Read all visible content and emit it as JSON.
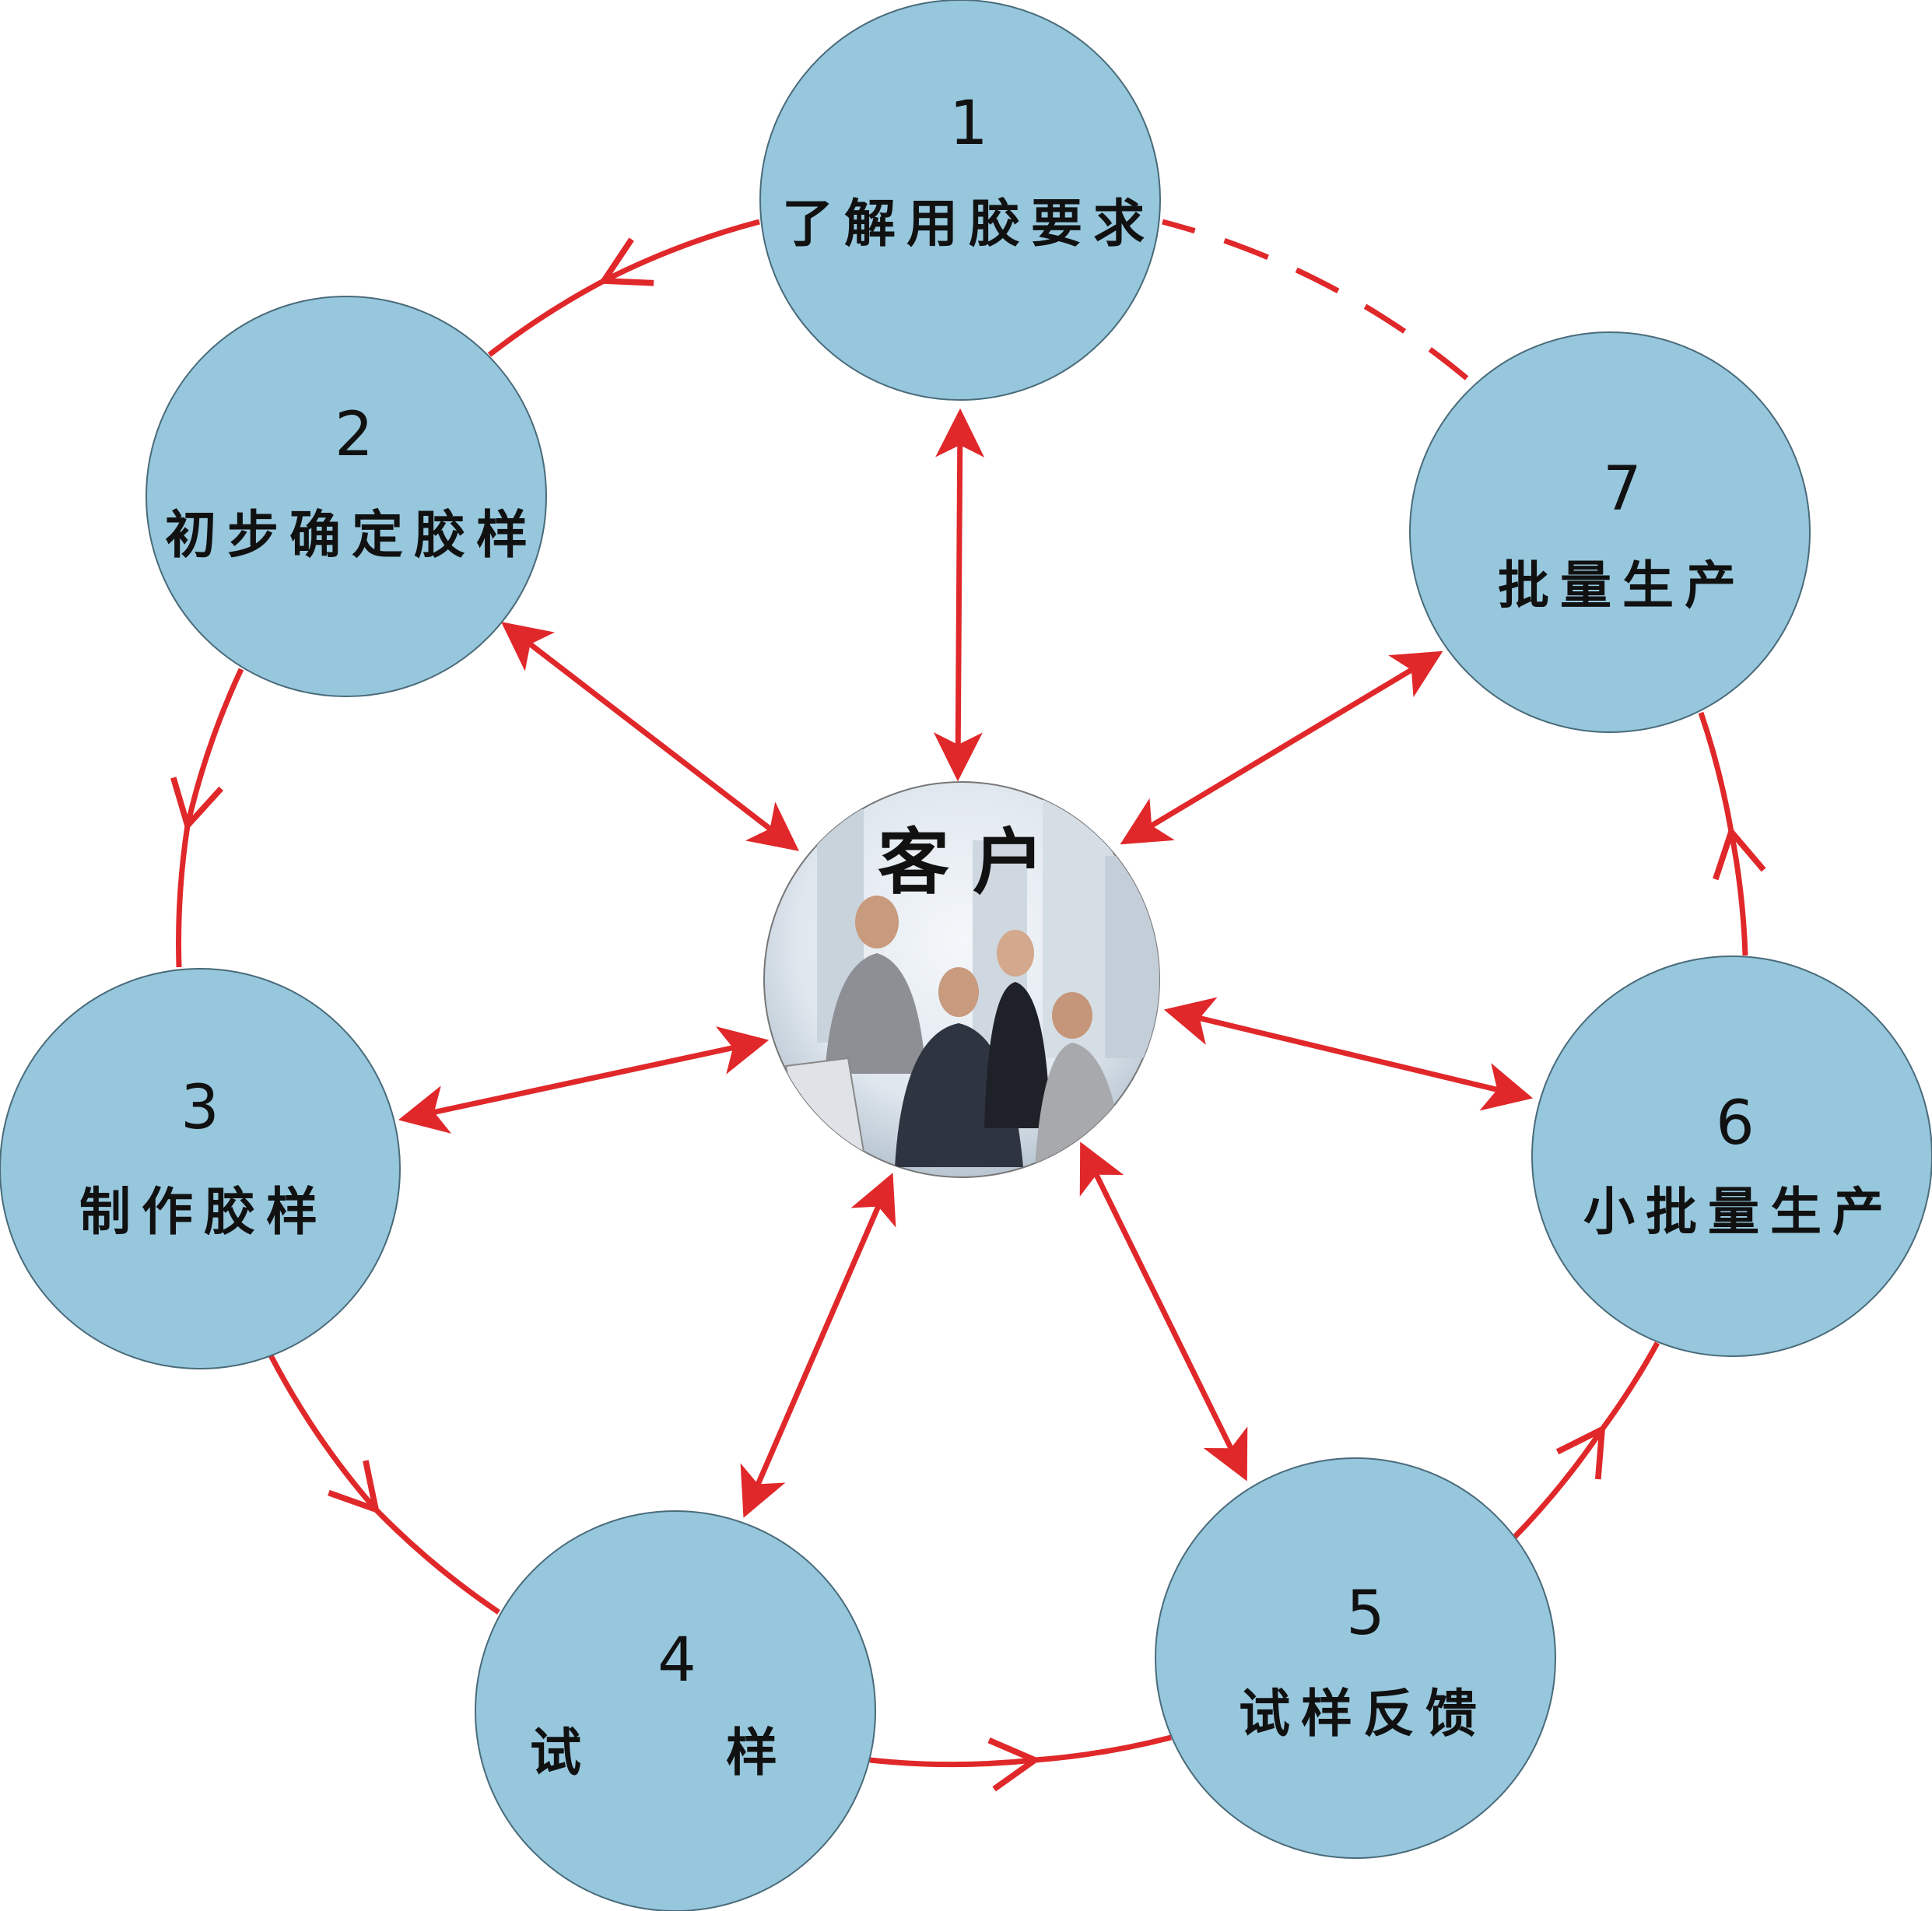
{
  "diagram": {
    "center_label": "客户",
    "nodes": [
      {
        "number": "1",
        "label": "了解用胶要求"
      },
      {
        "number": "2",
        "label": "初步确定胶样"
      },
      {
        "number": "3",
        "label": "制作胶样"
      },
      {
        "number": "4",
        "label": "试　样"
      },
      {
        "number": "5",
        "label": "试样反馈"
      },
      {
        "number": "6",
        "label": "小批量生产"
      },
      {
        "number": "7",
        "label": "批量生产"
      }
    ],
    "colors": {
      "node": "#96c7dd",
      "arrow": "#e0282a"
    }
  }
}
